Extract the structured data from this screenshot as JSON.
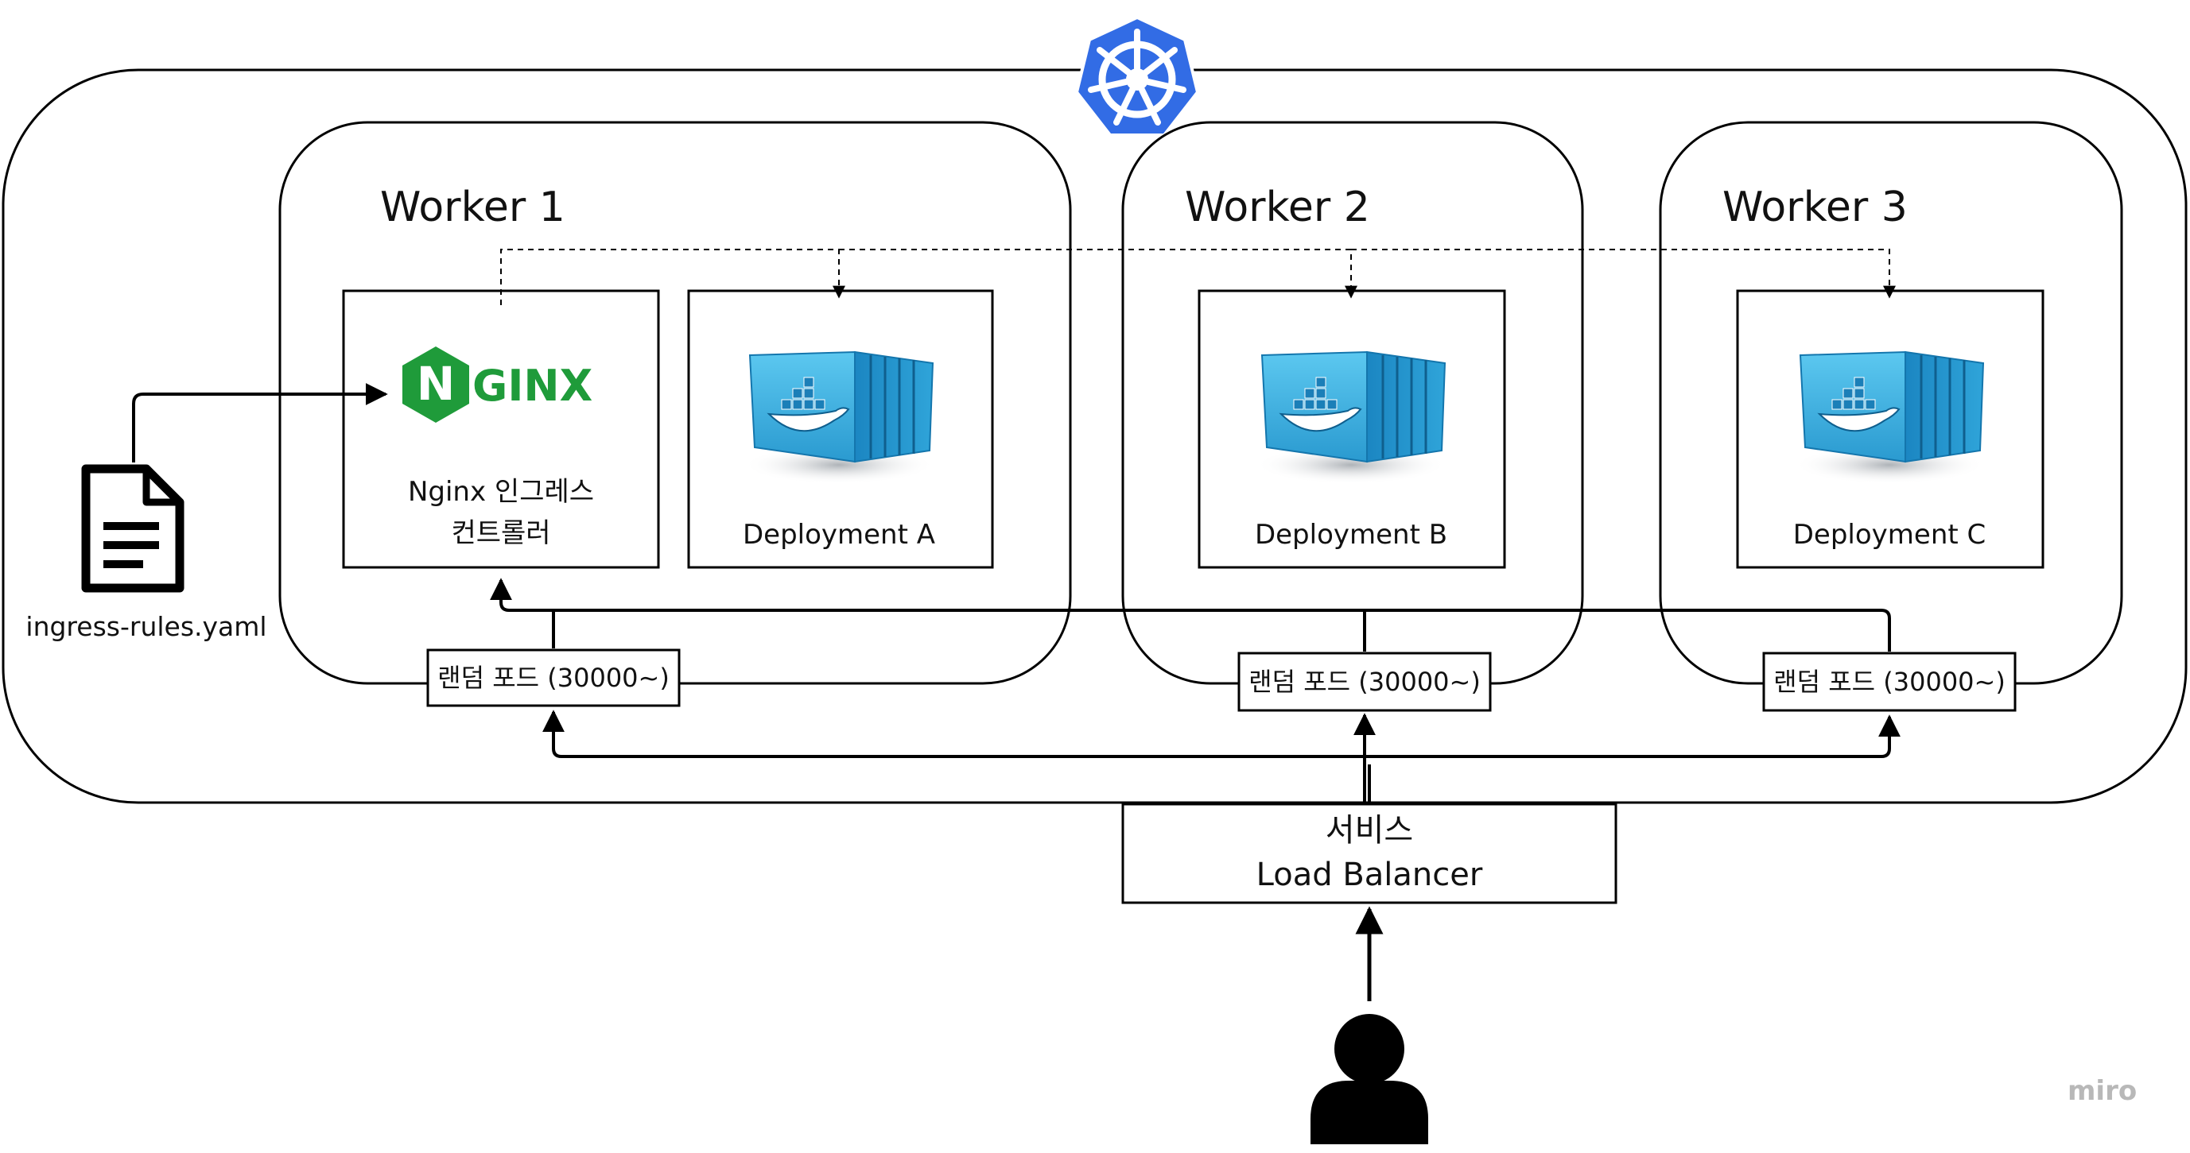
{
  "cluster": {
    "icon": "kubernetes-helm-icon",
    "color": "#326ce5"
  },
  "workers": [
    {
      "title": "Worker 1",
      "port_label": "랜덤 포드 (30000~)"
    },
    {
      "title": "Worker 2",
      "port_label": "랜덤 포드 (30000~)"
    },
    {
      "title": "Worker 3",
      "port_label": "랜덤 포드 (30000~)"
    }
  ],
  "ingress_controller": {
    "logo_text": "NGINX",
    "logo_color": "#1f9b3a",
    "label_line1": "Nginx 인그레스",
    "label_line2": "컨트롤러"
  },
  "deployments": [
    {
      "label": "Deployment A",
      "icon": "docker-container-icon"
    },
    {
      "label": "Deployment B",
      "icon": "docker-container-icon"
    },
    {
      "label": "Deployment C",
      "icon": "docker-container-icon"
    }
  ],
  "ingress_file": {
    "label": "ingress-rules.yaml",
    "icon": "document-icon"
  },
  "service": {
    "line1": "서비스",
    "line2": "Load Balancer"
  },
  "user": {
    "icon": "user-icon"
  },
  "branding": {
    "text": "miro"
  }
}
